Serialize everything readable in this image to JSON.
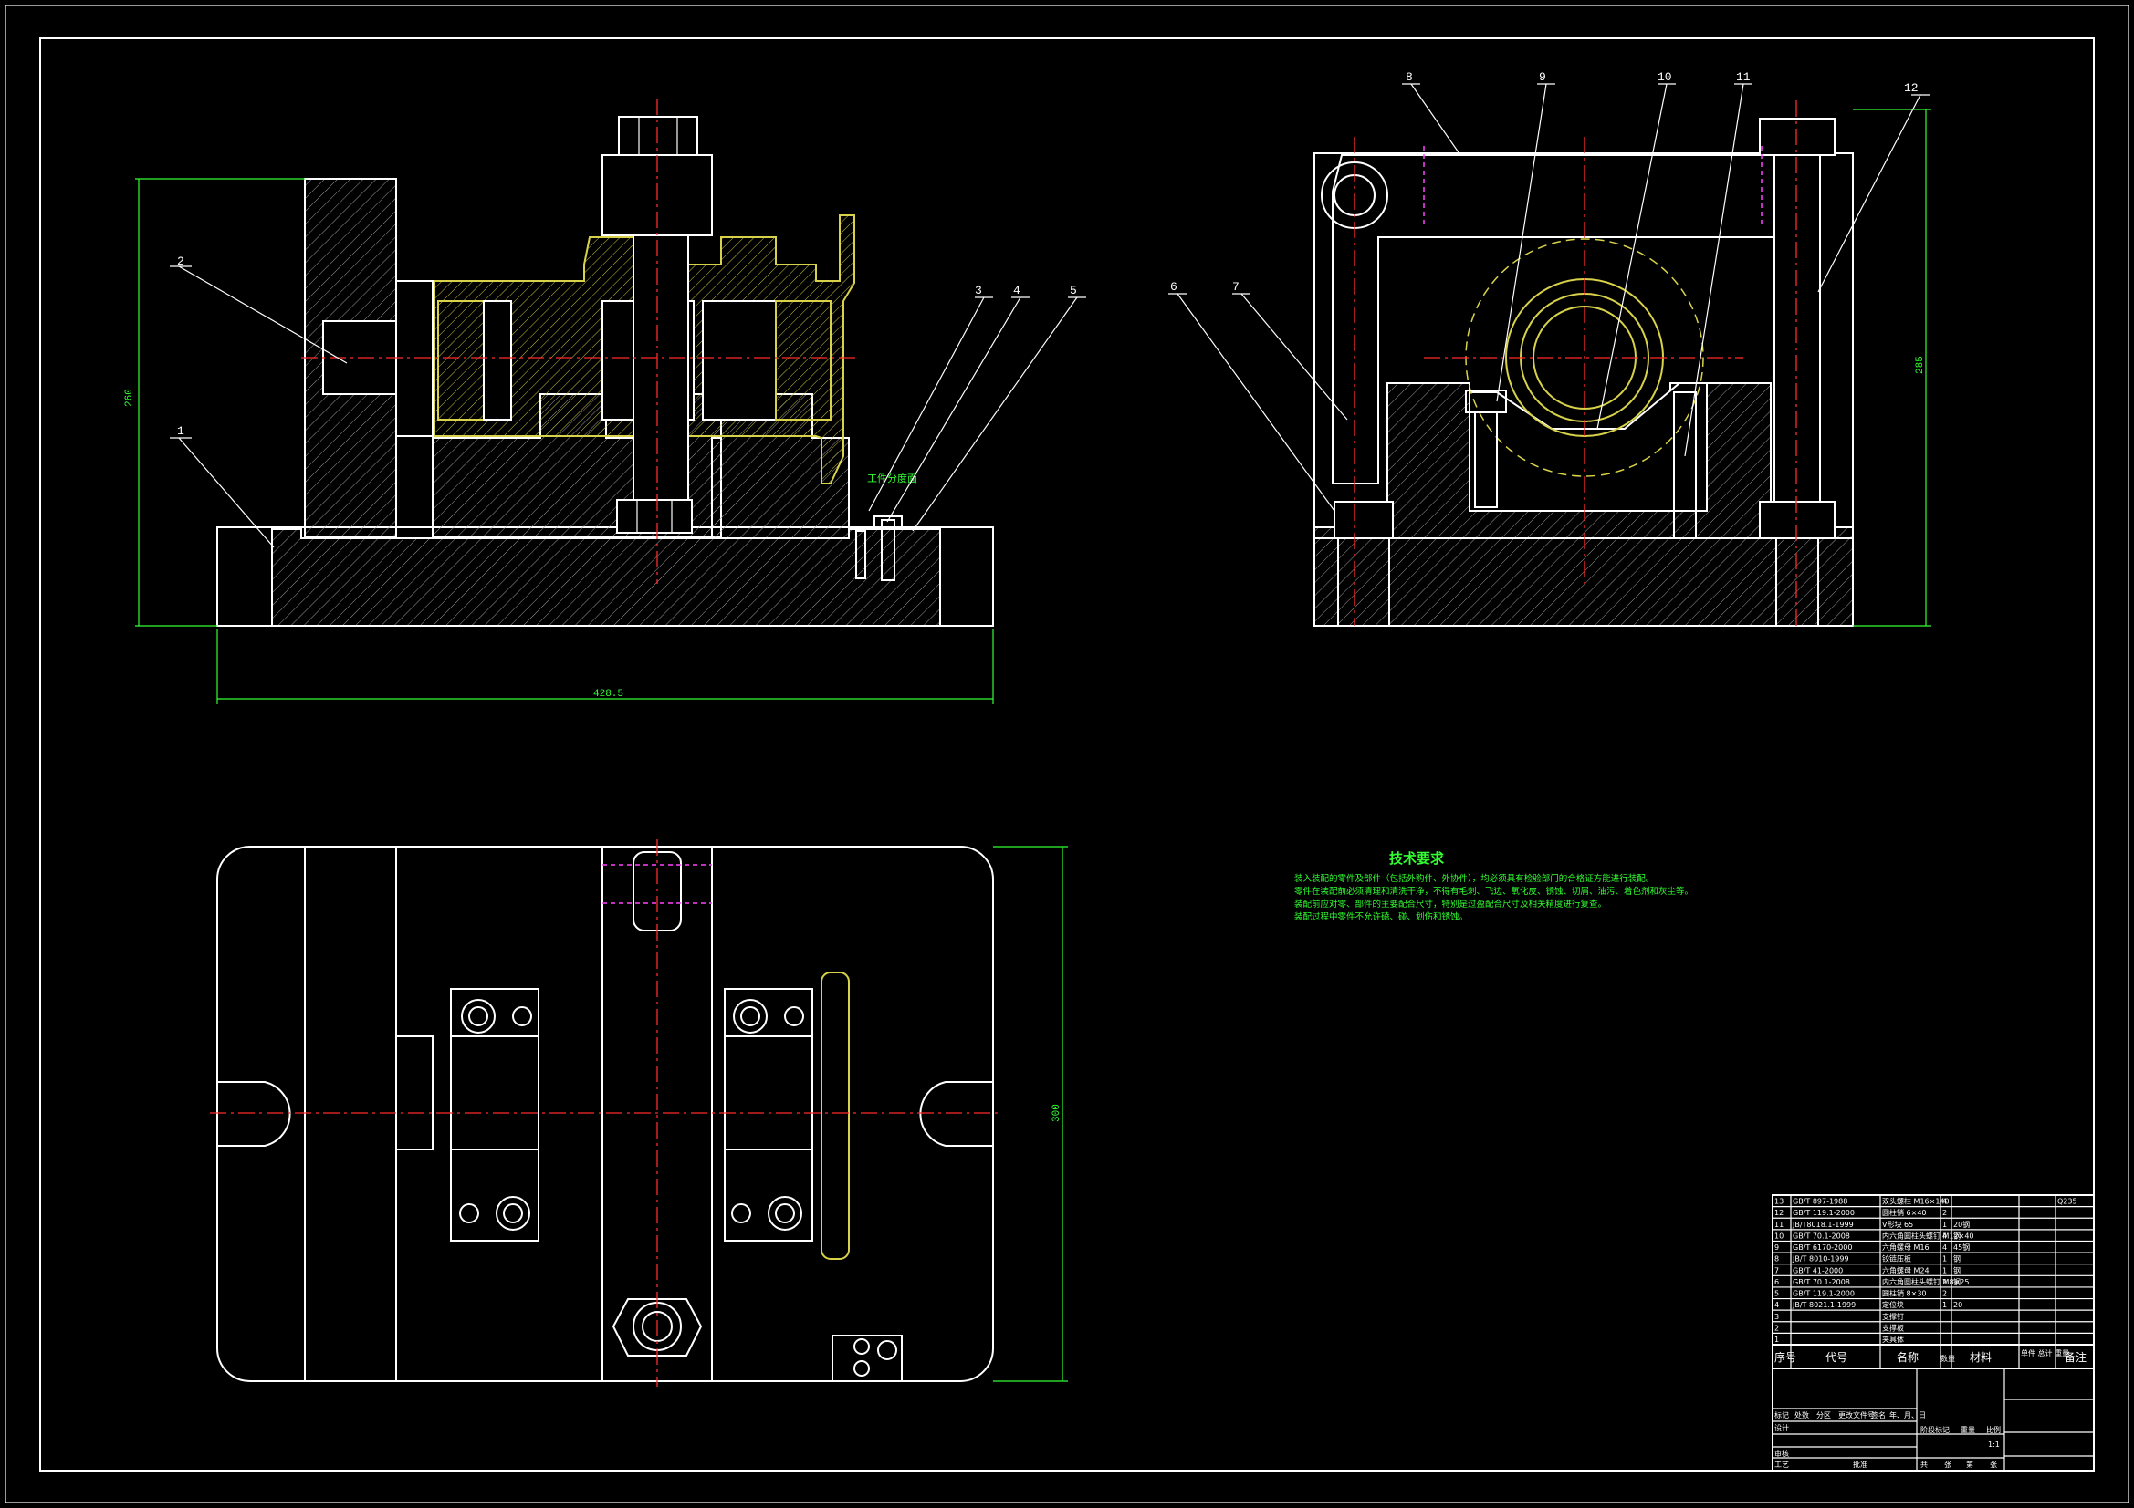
{
  "drawing": {
    "colors": {
      "background": "#000000",
      "outline": "#ffffff",
      "centerline": "#ff2a2a",
      "dimension": "#33ff33",
      "workpiece": "#d8d24a",
      "hidden": "#ff44ff"
    },
    "front_view": {
      "callouts": [
        "1",
        "2",
        "3",
        "4",
        "5"
      ],
      "width_dim": "428.5",
      "height_dim": "260",
      "note": "工件分度面"
    },
    "side_view": {
      "callouts": [
        "6",
        "7",
        "8",
        "9",
        "10",
        "11",
        "12"
      ],
      "height_dim": "285"
    },
    "top_view": {
      "height_dim": "300"
    },
    "technical_requirements": {
      "title": "技术要求",
      "lines": [
        "装入装配的零件及部件（包括外购件、外协件），均必须具有检验部门的合格证方能进行装配。",
        "零件在装配前必须清理和清洗干净，不得有毛刺、飞边、氧化皮、锈蚀、切屑、油污、着色剂和灰尘等。",
        "装配前应对零、部件的主要配合尺寸，特别是过盈配合尺寸及相关精度进行复查。",
        "装配过程中零件不允许磕、碰、划伤和锈蚀。"
      ]
    },
    "title_block": {
      "bom_rows": [
        {
          "no": "13",
          "code": "GB/T 897-1988",
          "name": "双头螺柱 M16×140",
          "qty": "4",
          "material": "",
          "note": "Q235"
        },
        {
          "no": "12",
          "code": "GB/T 119.1-2000",
          "name": "圆柱销 6×40",
          "qty": "2",
          "material": "",
          "note": ""
        },
        {
          "no": "11",
          "code": "JB/T8018.1-1999",
          "name": "V形块 65",
          "qty": "1",
          "material": "20钢",
          "note": ""
        },
        {
          "no": "10",
          "code": "GB/T 70.1-2008",
          "name": "内六角圆柱头螺钉 M12×40",
          "qty": "4",
          "material": "钢",
          "note": ""
        },
        {
          "no": "9",
          "code": "GB/T 6170-2000",
          "name": "六角螺母 M16",
          "qty": "4",
          "material": "45钢",
          "note": ""
        },
        {
          "no": "8",
          "code": "JB/T 8010-1999",
          "name": "铰链压板",
          "qty": "1",
          "material": "钢",
          "note": ""
        },
        {
          "no": "7",
          "code": "GB/T 41-2000",
          "name": "六角螺母 M24",
          "qty": "1",
          "material": "钢",
          "note": ""
        },
        {
          "no": "6",
          "code": "GB/T 70.1-2008",
          "name": "内六角圆柱头螺钉 M8×25",
          "qty": "2",
          "material": "钢",
          "note": ""
        },
        {
          "no": "5",
          "code": "GB/T 119.1-2000",
          "name": "圆柱销 8×30",
          "qty": "2",
          "material": "",
          "note": ""
        },
        {
          "no": "4",
          "code": "JB/T 8021.1-1999",
          "name": "定位块",
          "qty": "1",
          "material": "20",
          "note": ""
        },
        {
          "no": "3",
          "code": "",
          "name": "支撑钉",
          "qty": "",
          "material": "",
          "note": ""
        },
        {
          "no": "2",
          "code": "",
          "name": "支撑板",
          "qty": "",
          "material": "",
          "note": ""
        },
        {
          "no": "1",
          "code": "",
          "name": "夹具体",
          "qty": "",
          "material": "",
          "note": ""
        }
      ],
      "header": {
        "no": "序号",
        "code": "代号",
        "name": "名称",
        "qty": "数量",
        "material": "材料",
        "weight": "单件 总计 重量",
        "note": "备注"
      },
      "sign_rows": [
        "标记",
        "处数",
        "分区",
        "更改文件号",
        "签名",
        "年、月、日"
      ],
      "roles": [
        "设计",
        "审核",
        "工艺"
      ],
      "stage_label": "阶段标记",
      "weight_label": "重量",
      "scale_label": "比例",
      "scale_value": "1:1",
      "sheet_labels": [
        "共",
        "张",
        "第",
        "张"
      ],
      "approve": "批准"
    }
  }
}
